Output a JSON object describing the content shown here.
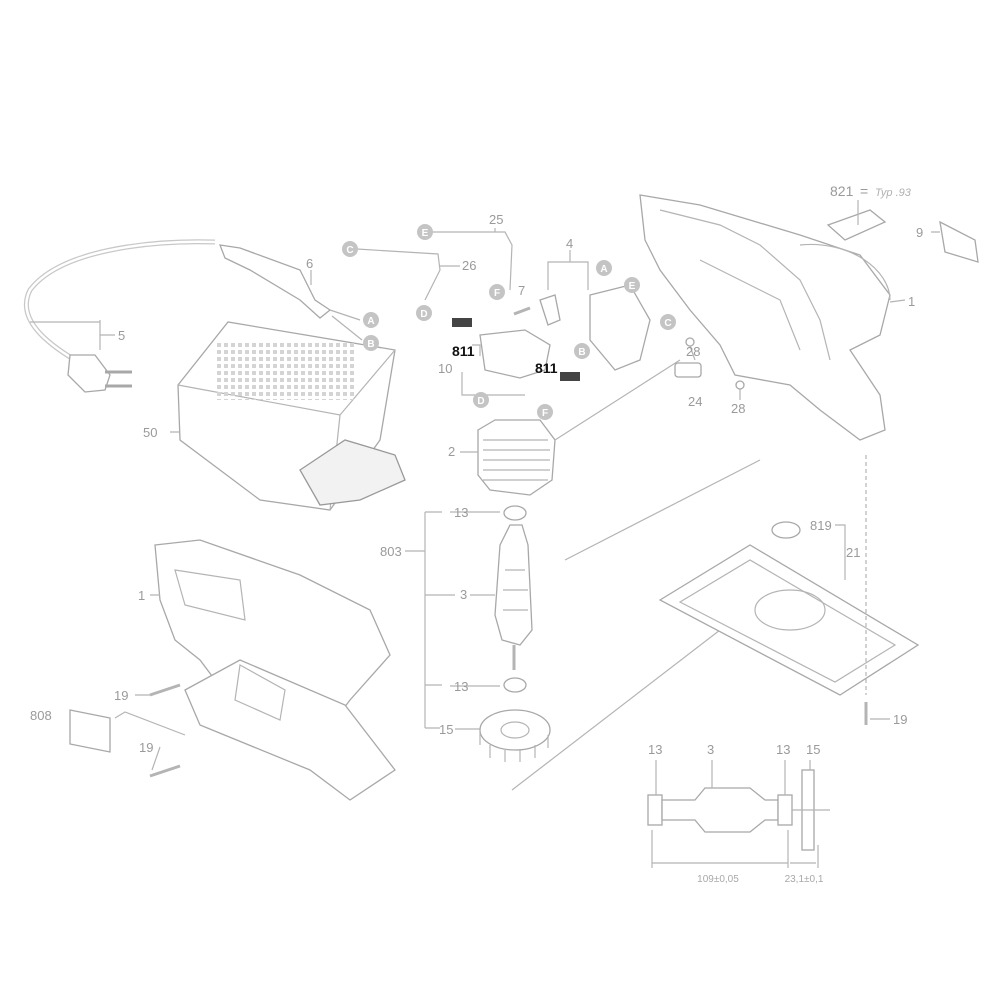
{
  "diagram": {
    "type_note": {
      "part": "821",
      "equals": "=",
      "text": "Typ .93"
    },
    "labels": [
      "9",
      "1",
      "25",
      "26",
      "4",
      "6",
      "7",
      "5",
      "811",
      "811",
      "10",
      "28",
      "28",
      "24",
      "50",
      "2",
      "13",
      "803",
      "3",
      "13",
      "15",
      "819",
      "21",
      "1",
      "19",
      "808",
      "19",
      "19"
    ],
    "connectors": [
      "E",
      "C",
      "F",
      "D",
      "A",
      "B",
      "A",
      "E",
      "C",
      "B",
      "D",
      "F"
    ],
    "detail": {
      "labels": [
        "13",
        "3",
        "13",
        "15"
      ],
      "dim_main": "109±0,05",
      "dim_fan": "23,1±0,1"
    },
    "colors": {
      "line": "#b4b4b4",
      "label": "#9a9a9a",
      "highlight": "#111111",
      "connector": "#c4c4c4"
    }
  }
}
